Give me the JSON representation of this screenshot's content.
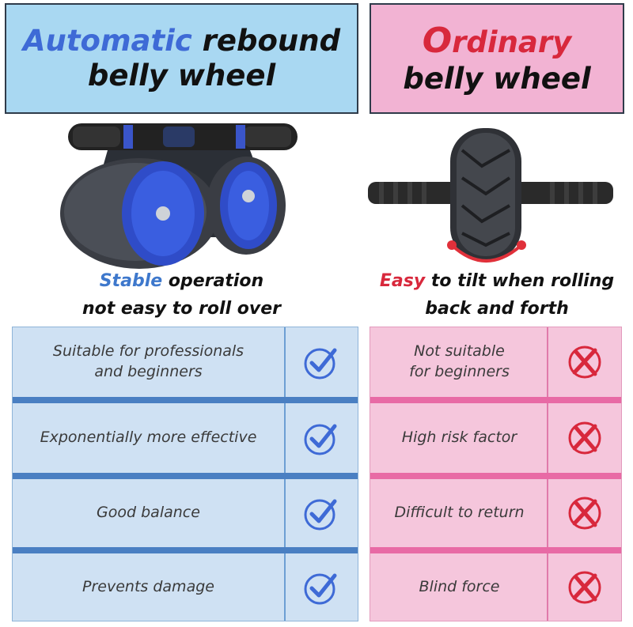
{
  "left": {
    "header": {
      "line1_accent": "Automatic",
      "line1_rest": " rebound",
      "line2": "belly wheel"
    },
    "caption": {
      "highlight": "Stable",
      "line1_rest": " operation",
      "line2": "not easy to roll over"
    },
    "rows": [
      {
        "line1": "Suitable for professionals",
        "line2": "and beginners"
      },
      {
        "line1": "Exponentially more effective",
        "line2": ""
      },
      {
        "line1": "Good balance",
        "line2": ""
      },
      {
        "line1": "Prevents damage",
        "line2": ""
      }
    ],
    "icon": "check-circle-icon",
    "accent_color": "#3e6ad6"
  },
  "right": {
    "header": {
      "line1_first": "O",
      "line1_rest": "rdinary",
      "line2": "belly wheel"
    },
    "caption": {
      "highlight": "Easy",
      "line1_rest": " to tilt when rolling",
      "line2": "back and forth"
    },
    "rows": [
      {
        "line1": "Not suitable",
        "line2": "for beginners"
      },
      {
        "line1": "High risk factor",
        "line2": ""
      },
      {
        "line1": "Difficult to return",
        "line2": ""
      },
      {
        "line1": "Blind force",
        "line2": ""
      }
    ],
    "icon": "x-circle-icon",
    "accent_color": "#d8283c"
  }
}
